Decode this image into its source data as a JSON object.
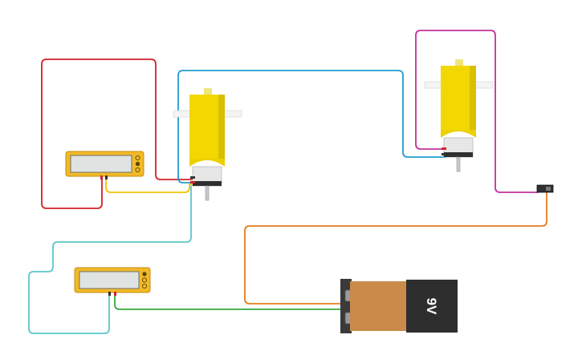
{
  "app": {
    "view": "circuit-canvas"
  },
  "components": {
    "multimeter_1": {
      "kind": "multimeter",
      "display": ""
    },
    "multimeter_2": {
      "kind": "multimeter",
      "display": ""
    },
    "motor_1": {
      "kind": "dc-gear-motor"
    },
    "motor_2": {
      "kind": "dc-gear-motor"
    },
    "slide_switch": {
      "kind": "slide-switch"
    },
    "battery": {
      "kind": "9v-battery",
      "label": "9V"
    }
  },
  "wires": [
    {
      "name": "red-loop-wire",
      "color": "#d3212c"
    },
    {
      "name": "yellow-wire",
      "color": "#f2c200"
    },
    {
      "name": "blue-wire",
      "color": "#1f9ecf"
    },
    {
      "name": "magenta-wire",
      "color": "#c2309b"
    },
    {
      "name": "teal-wire",
      "color": "#5bc7c9"
    },
    {
      "name": "orange-wire",
      "color": "#e57c1c"
    },
    {
      "name": "green-wire",
      "color": "#38a83c"
    }
  ],
  "colors": {
    "motor_body": "#f2d800",
    "motor_shadow": "#d8bf00",
    "multimeter_body": "#f2b928",
    "multimeter_screen": "#dfe4e3",
    "battery_body": "#2e2e2e",
    "battery_wrap": "#c98a4a"
  }
}
